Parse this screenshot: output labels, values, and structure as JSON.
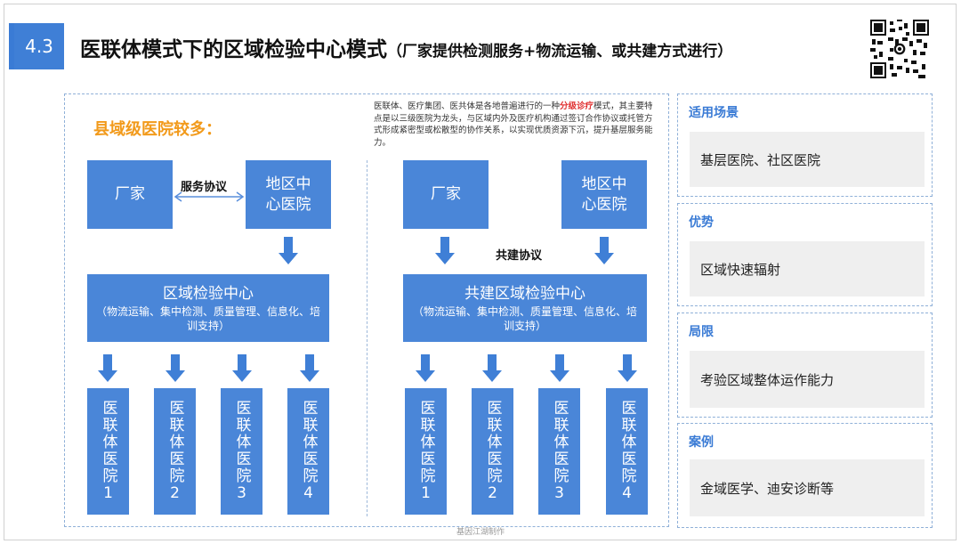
{
  "header": {
    "number": "4.3",
    "title": "医联体模式下的区域检验中心模式",
    "subtitle": "（厂家提供检测服务+物流运输、或共建方式进行）"
  },
  "subhead": "县域级医院较多：",
  "note": {
    "before": "医联体、医疗集团、医共体是各地普遍进行的一种",
    "highlight": "分级诊疗",
    "after": "模式，其主要特点是以三级医院为龙头，与区域内外及医疗机构通过签订合作协议或托管方式形成紧密型或松散型的协作关系，以实现优质资源下沉，提升基层服务能力。"
  },
  "left_diagram": {
    "vendor": "厂家",
    "regional_hospital": "地区中心医院",
    "agreement": "服务协议",
    "center_title": "区域检验中心",
    "center_detail": "（物流运输、集中检测、质量管理、信息化、培训支持）",
    "members": [
      "医联体医院1",
      "医联体医院2",
      "医联体医院3",
      "医联体医院4"
    ]
  },
  "right_diagram": {
    "vendor": "厂家",
    "regional_hospital": "地区中心医院",
    "agreement": "共建协议",
    "center_title": "共建区域检验中心",
    "center_detail": "（物流运输、集中检测、质量管理、信息化、培训支持）",
    "members": [
      "医联体医院1",
      "医联体医院2",
      "医联体医院3",
      "医联体医院4"
    ]
  },
  "cards": [
    {
      "title": "适用场景",
      "body": "基层医院、社区医院"
    },
    {
      "title": "优势",
      "body": "区域快速辐射"
    },
    {
      "title": "局限",
      "body": "考验区域整体运作能力"
    },
    {
      "title": "案例",
      "body": "金域医学、迪安诊断等"
    }
  ],
  "footer": "基因江湖制作",
  "colors": {
    "accent": "#3f7fd6",
    "box": "#4a86d8",
    "highlight": "#f29a1b",
    "red": "#e03030"
  }
}
